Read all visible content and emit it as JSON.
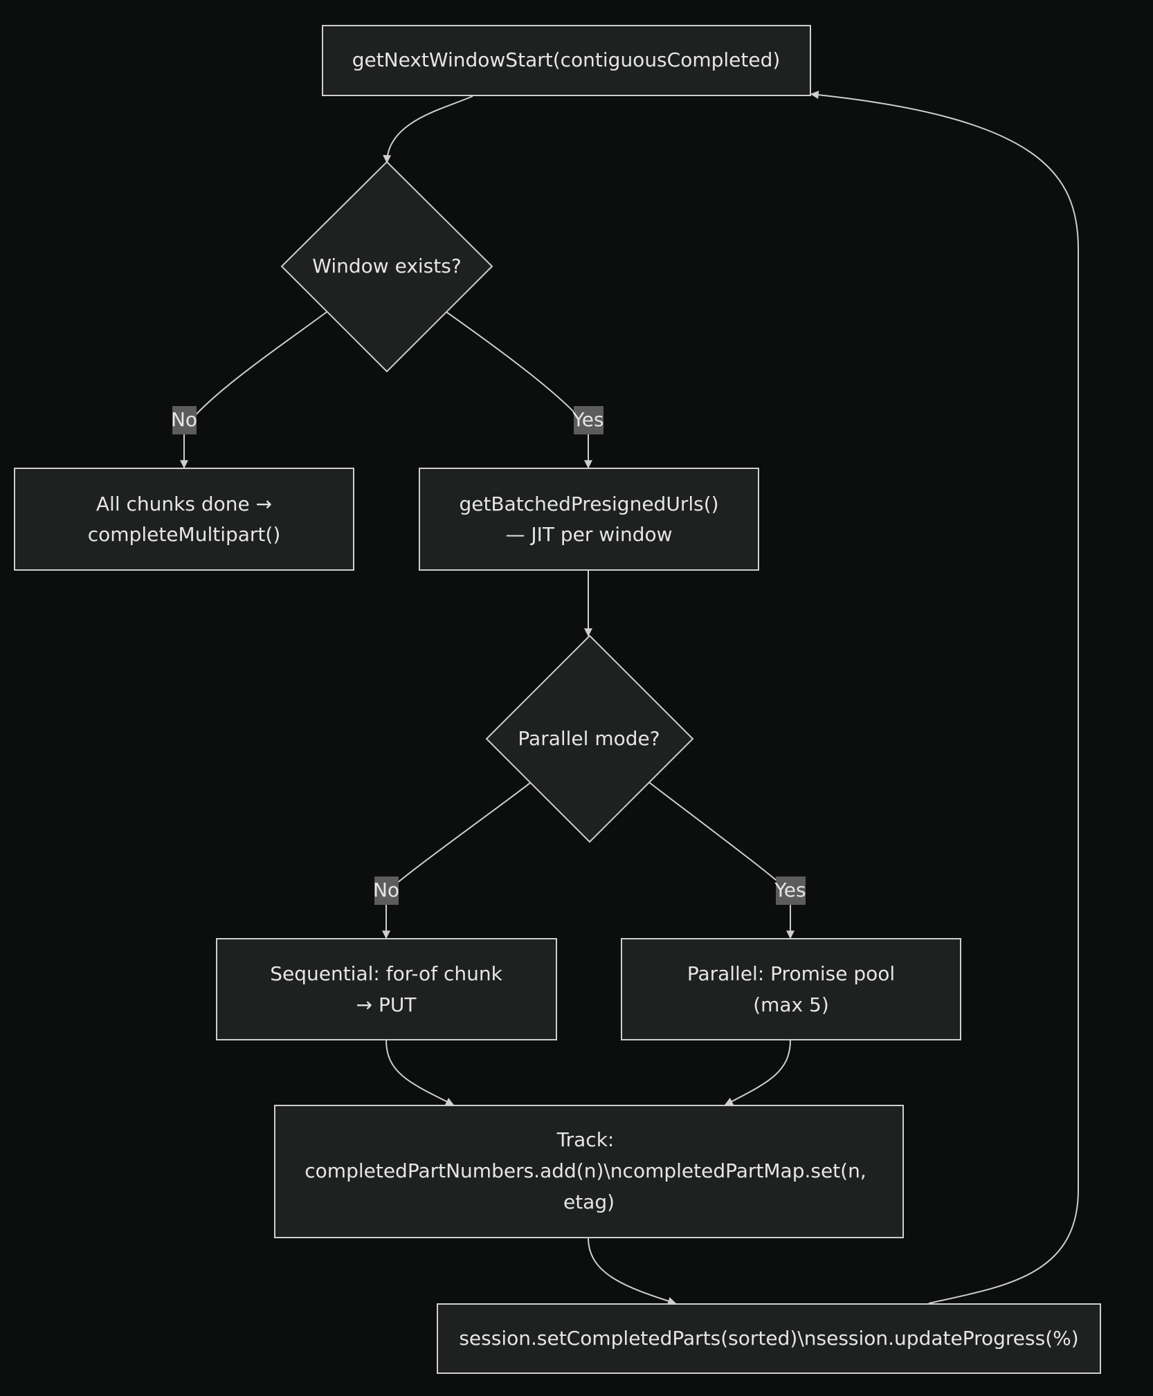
{
  "nodes": {
    "start": {
      "lines": [
        "getNextWindowStart(contiguousCompleted)"
      ]
    },
    "window_exists": {
      "lines": [
        "Window exists?"
      ]
    },
    "all_done": {
      "lines": [
        "All chunks done →",
        "completeMultipart()"
      ]
    },
    "batched_urls": {
      "lines": [
        "getBatchedPresignedUrls()",
        "— JIT per window"
      ]
    },
    "parallel_mode": {
      "lines": [
        "Parallel mode?"
      ]
    },
    "sequential": {
      "lines": [
        "Sequential: for-of chunk",
        "→ PUT"
      ]
    },
    "parallel": {
      "lines": [
        "Parallel: Promise pool",
        "(max 5)"
      ]
    },
    "track": {
      "lines": [
        "Track:",
        "completedPartNumbers.add(n)\\ncompletedPartMap.set(n,",
        "etag)"
      ]
    },
    "session": {
      "lines": [
        "session.setCompletedParts(sorted)\\nsession.updateProgress(%)"
      ]
    }
  },
  "edge_labels": {
    "window_no": "No",
    "window_yes": "Yes",
    "parallel_no": "No",
    "parallel_yes": "Yes"
  },
  "colors": {
    "background": "#0c0d0d",
    "node_fill": "#1f2020",
    "stroke": "#cfcfcf",
    "text": "#e6e6e6",
    "label_bg": "#5c5c5c"
  }
}
